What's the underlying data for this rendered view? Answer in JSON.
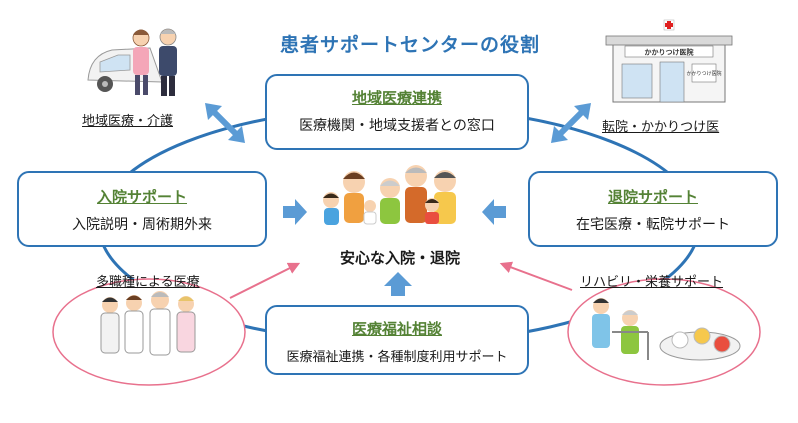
{
  "title": "患者サポートセンターの役割",
  "center_label": "安心な入院・退院",
  "boxes": {
    "top": {
      "heading": "地域医療連携",
      "body": "医療機関・地域支援者との窓口"
    },
    "left": {
      "heading": "入院サポート",
      "body": "入院説明・周術期外来"
    },
    "right": {
      "heading": "退院サポート",
      "body": "在宅医療・転院サポート"
    },
    "bottom": {
      "heading": "医療福祉相談",
      "body": "医療福祉連携・各種制度利用サポート"
    }
  },
  "corner_labels": {
    "top_left": "地域医療・介護",
    "top_right": "転院・かかりつけ医",
    "bottom_left": "多職種による医療",
    "bottom_right": "リハビリ・栄養サポート"
  },
  "clinic_sign": "かかりつけ医院",
  "clinic_small_sign": "かかりつけ医院",
  "colors": {
    "accent_blue": "#2e74b5",
    "heading_green": "#548235",
    "pink": "#e8718d",
    "arrow_blue": "#5b9bd5"
  }
}
